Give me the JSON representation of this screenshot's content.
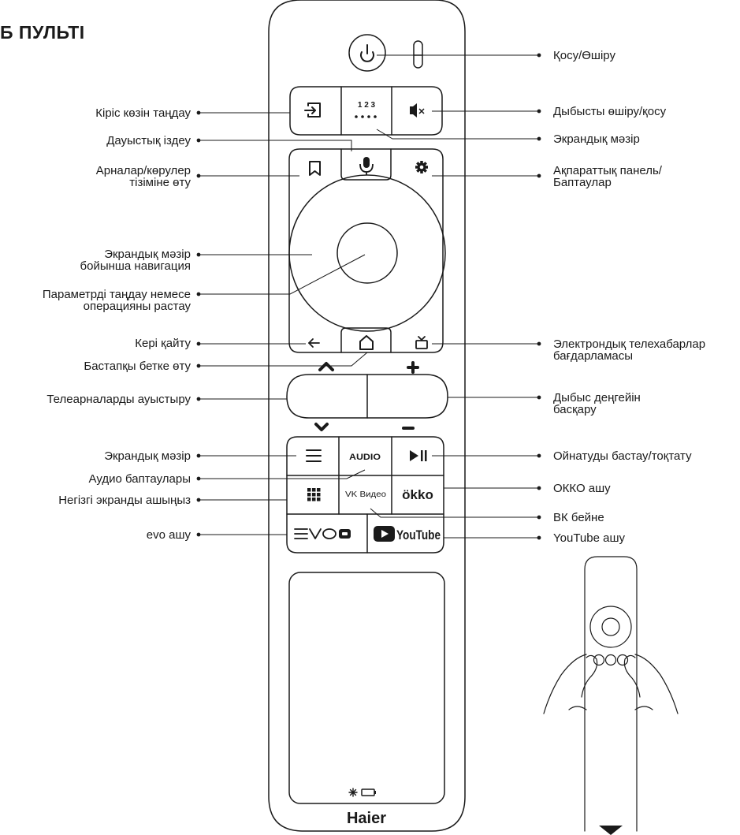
{
  "page": {
    "title": "Б ПУЛЬТІ"
  },
  "colors": {
    "line": "#1a1a1a",
    "background": "#ffffff"
  },
  "remote_keys": {
    "numeric": "1 2 3",
    "audio": "AUDIO",
    "vk": "VK Видео",
    "okko": "ökko",
    "youtube": "YouTube",
    "brand": "Haier"
  },
  "callouts_left": [
    {
      "id": "input-source",
      "lines": [
        "Кіріс көзін таңдау"
      ]
    },
    {
      "id": "voice-search",
      "lines": [
        "Дауыстық іздеу"
      ]
    },
    {
      "id": "channel-list",
      "lines": [
        "Арналар/көрулер",
        "тізіміне өту"
      ]
    },
    {
      "id": "menu-navigation",
      "lines": [
        "Экрандық мәзір",
        "бойынша навигация"
      ]
    },
    {
      "id": "confirm",
      "lines": [
        "Параметрді таңдау немесе",
        "операцияны растау"
      ]
    },
    {
      "id": "back",
      "lines": [
        "Кері қайту"
      ]
    },
    {
      "id": "home",
      "lines": [
        "Бастапқы бетке өту"
      ]
    },
    {
      "id": "channel-switch",
      "lines": [
        "Телеарналарды ауыстыру"
      ]
    },
    {
      "id": "menu",
      "lines": [
        "Экрандық мәзір"
      ]
    },
    {
      "id": "audio-settings",
      "lines": [
        "Аудио баптаулары"
      ]
    },
    {
      "id": "main-screen",
      "lines": [
        "Негізгі экранды ашыңыз"
      ]
    },
    {
      "id": "evo",
      "lines": [
        "evo ашу"
      ]
    }
  ],
  "callouts_right": [
    {
      "id": "power",
      "lines": [
        "Қосу/Өшіру"
      ]
    },
    {
      "id": "mute",
      "lines": [
        "Дыбысты өшіру/қосу"
      ]
    },
    {
      "id": "screen-menu",
      "lines": [
        "Экрандық мәзір"
      ]
    },
    {
      "id": "info-panel",
      "lines": [
        "Ақпараттық панель/",
        "Баптаулар"
      ]
    },
    {
      "id": "epg",
      "lines": [
        "Электрондық телехабарлар",
        "бағдарламасы"
      ]
    },
    {
      "id": "volume",
      "lines": [
        "Дыбыс деңгейін",
        "басқару"
      ]
    },
    {
      "id": "play-pause",
      "lines": [
        "Ойнатуды бастау/тоқтату"
      ]
    },
    {
      "id": "okko-open",
      "lines": [
        "ОККО ашу"
      ]
    },
    {
      "id": "vk-video",
      "lines": [
        "ВК бейне"
      ]
    },
    {
      "id": "youtube-open",
      "lines": [
        "YouTube ашу"
      ]
    }
  ]
}
